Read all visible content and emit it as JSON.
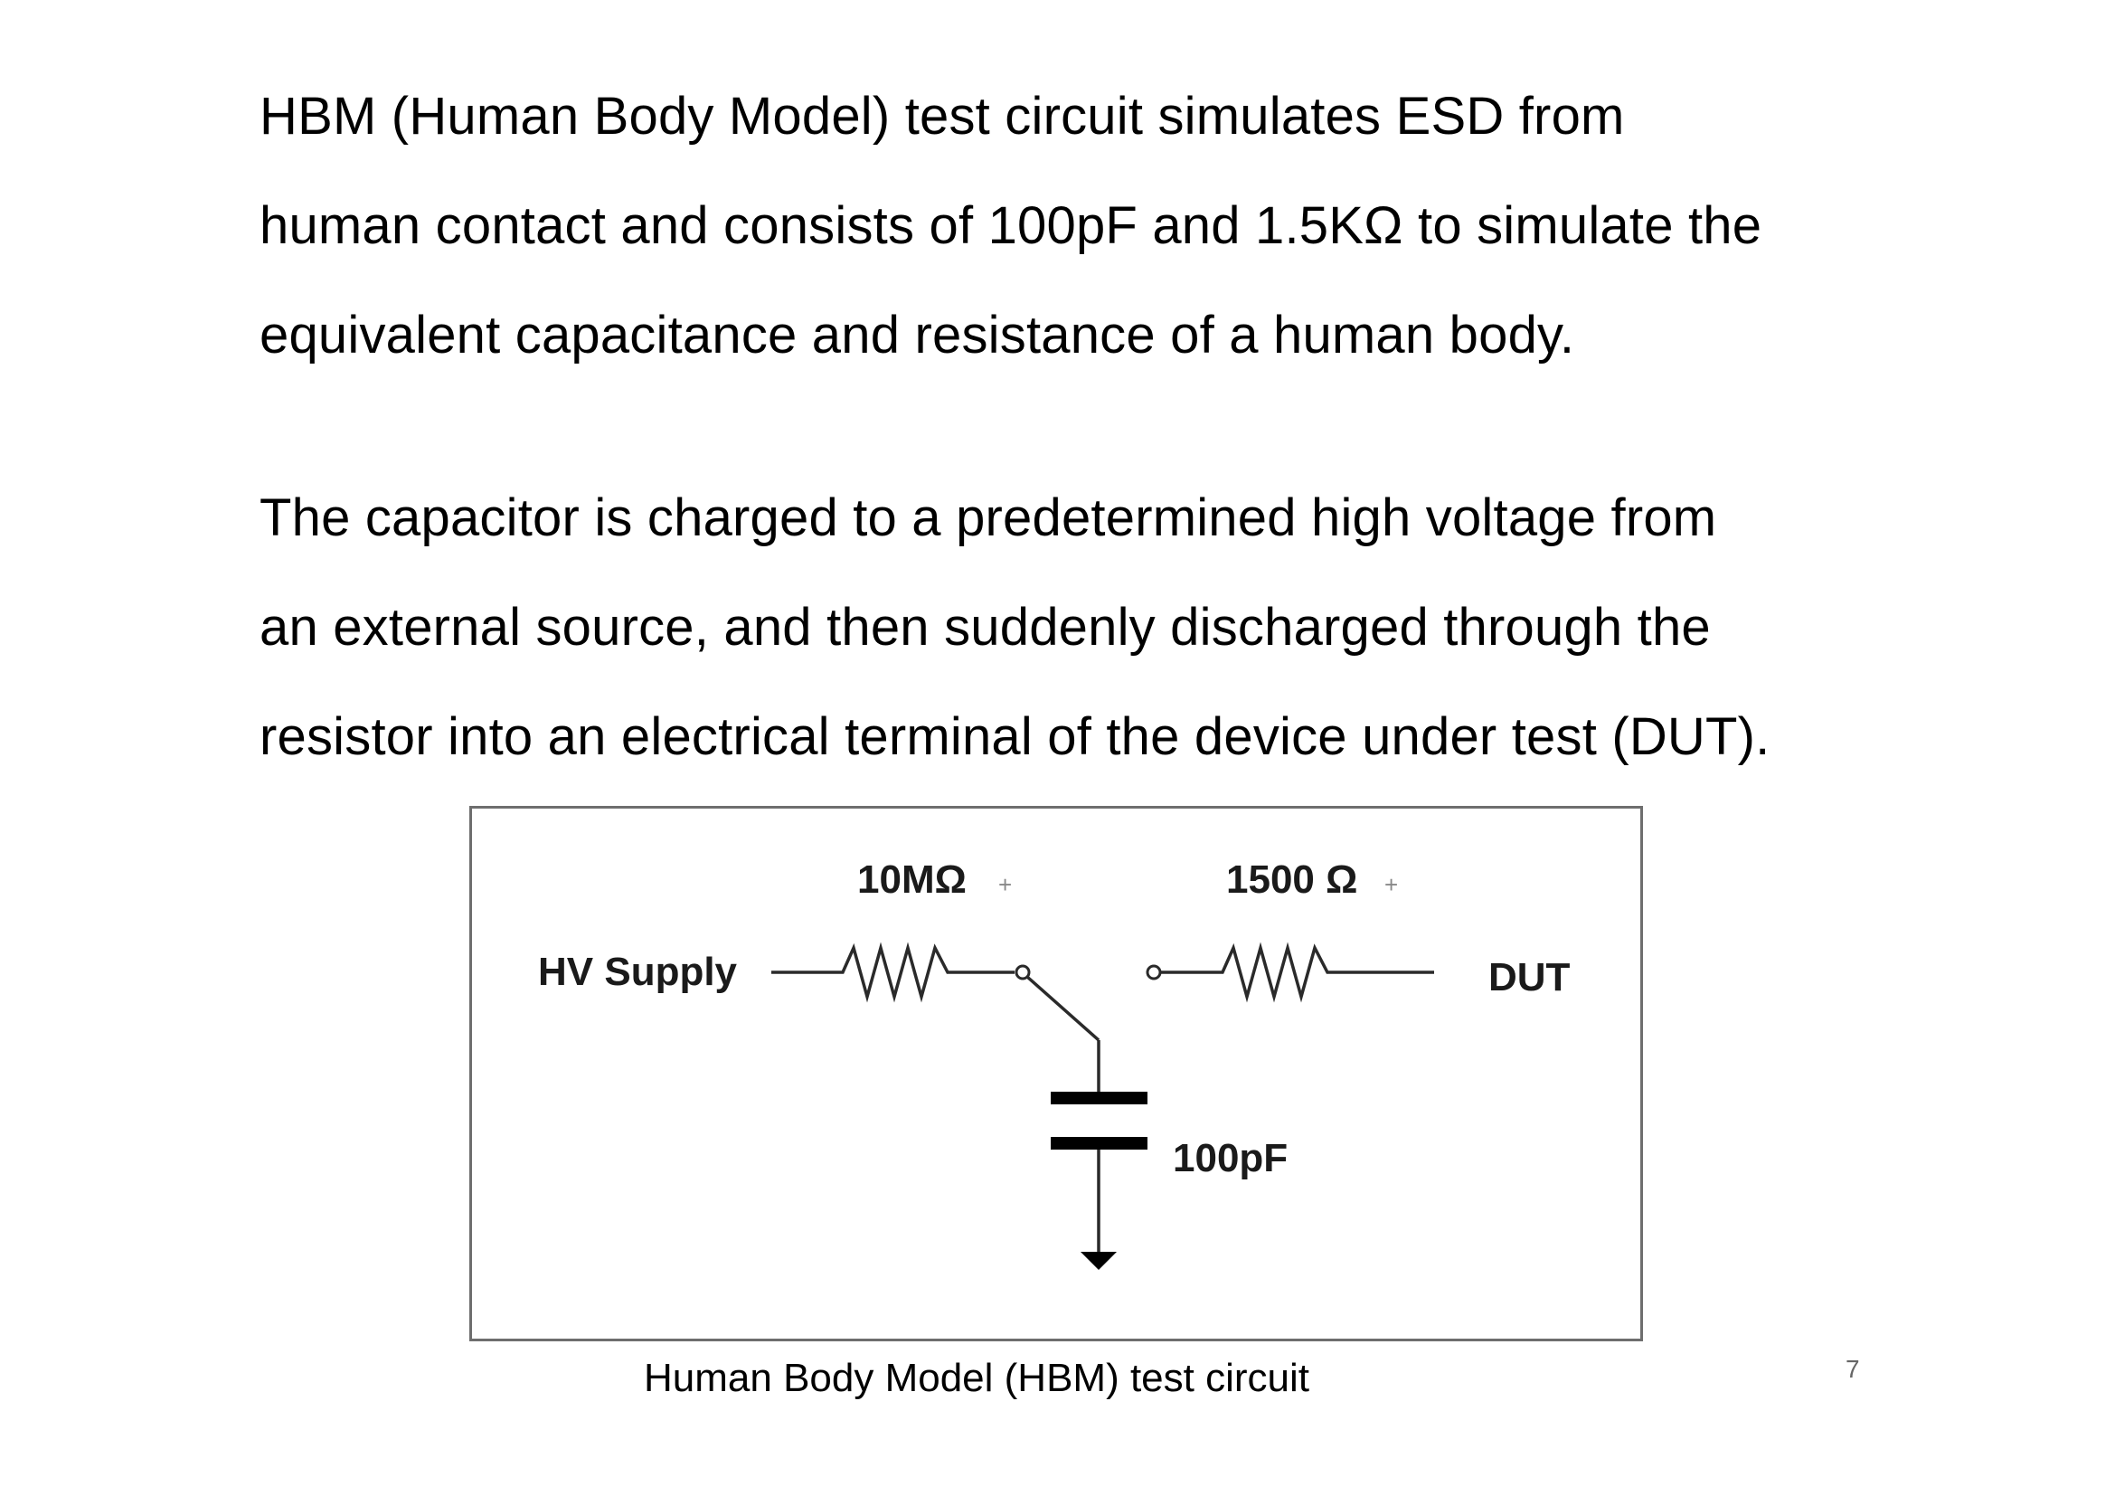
{
  "paragraphs": [
    {
      "lines": [
        "HBM (Human Body Model) test circuit simulates ESD from",
        "human contact and consists of 100pF and 1.5KΩ to simulate the",
        "equivalent capacitance and resistance of a human body."
      ]
    },
    {
      "lines": [
        "The capacitor is charged to a predetermined high voltage from",
        "an external source, and then suddenly discharged through the",
        "resistor into an electrical terminal of the device under test (DUT)."
      ]
    }
  ],
  "figure": {
    "labels": {
      "hv_supply": "HV Supply",
      "resistor_1": "10MΩ",
      "resistor_2": "1500 Ω",
      "dut": "DUT",
      "capacitor": "100pF"
    },
    "caption": "Human Body Model (HBM) test circuit"
  },
  "page_number": "7"
}
